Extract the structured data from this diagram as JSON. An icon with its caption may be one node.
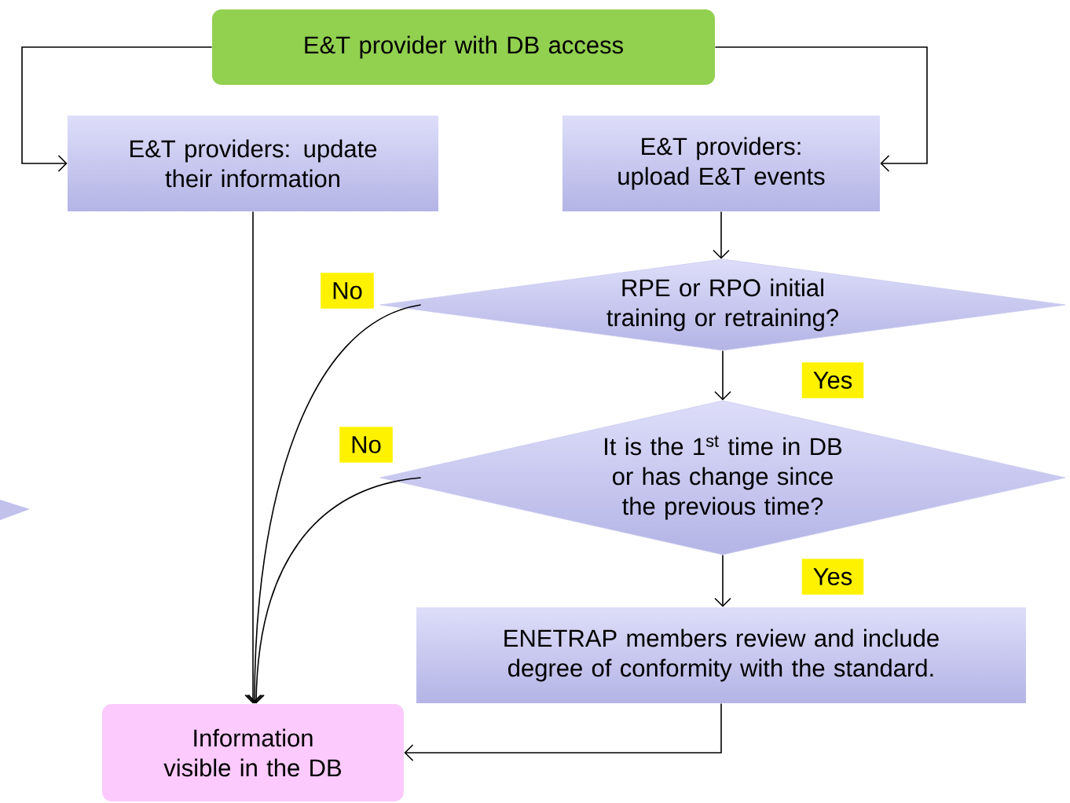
{
  "diagram": {
    "nodes": [
      {
        "text": [
          "E&T provider with DB access"
        ]
      },
      {
        "text": [
          "E&T providers: update their information"
        ]
      },
      {
        "text": [
          "E&T providers: upload E&T events"
        ]
      },
      {
        "text": [
          "RPE or RPO initial training or retraining?"
        ]
      },
      {
        "text": [
          "It is the 1$^{st}$ time in DB or has change since the previous time?"
        ]
      },
      {
        "text": [
          "ENETRAP members review and include degree of conformity with the standard."
        ]
      },
      {
        "text": [
          "Information visible in the DB"
        ]
      }
    ],
    "edges": [
      {
        "from": 0,
        "to": 1,
        "arrow": "to"
      },
      {
        "from": 0,
        "to": 2,
        "arrow": "to"
      },
      {
        "from": 2,
        "to": 3,
        "arrow": "to"
      },
      {
        "from": 3,
        "to": 4,
        "arrow": "to",
        "label": "Yes"
      },
      {
        "from": 4,
        "to": 5,
        "arrow": "to",
        "label": "Yes"
      },
      {
        "from": 3,
        "to": 6,
        "arrow": "to",
        "label": "No"
      },
      {
        "from": 4,
        "to": 6,
        "arrow": "to",
        "label": "No"
      },
      {
        "from": 1,
        "to": 6,
        "arrow": "to"
      },
      {
        "from": 5,
        "to": 6,
        "arrow": "to"
      }
    ]
  }
}
